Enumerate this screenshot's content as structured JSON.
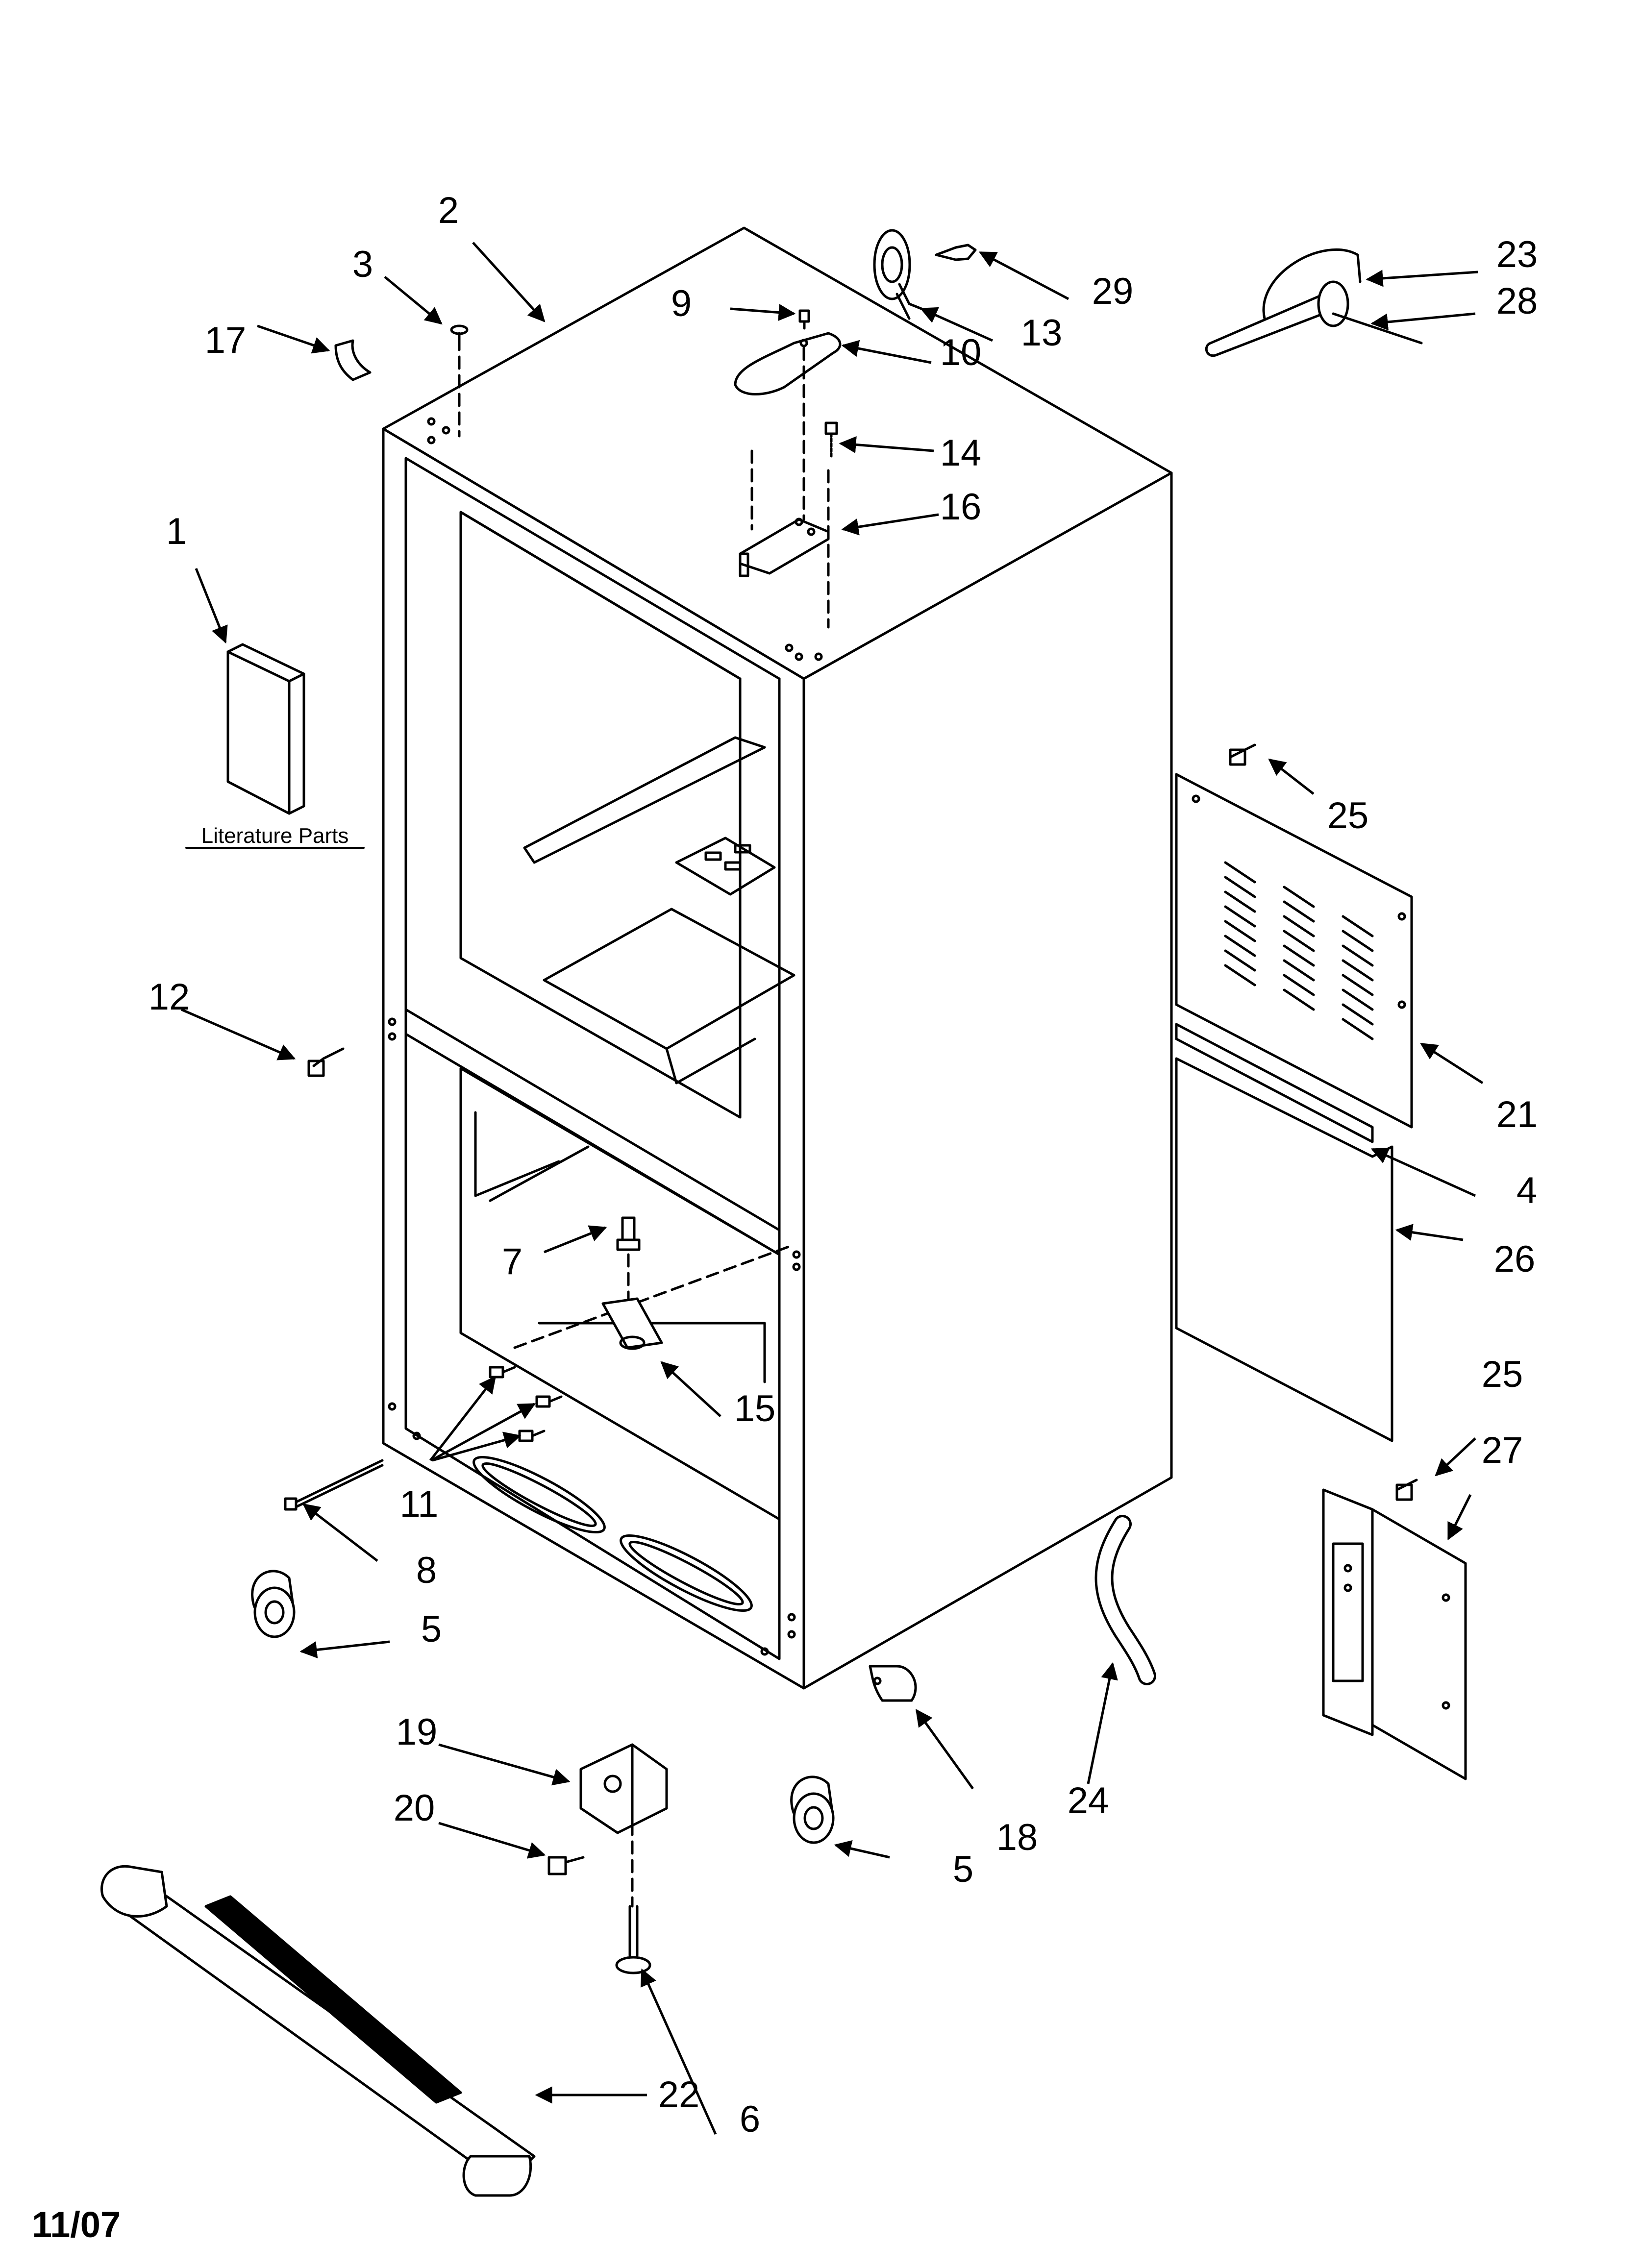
{
  "diagram": {
    "literature_label": "Literature Parts",
    "date_code": "11/07",
    "callouts": [
      {
        "id": "c1",
        "label": "1"
      },
      {
        "id": "c2",
        "label": "2"
      },
      {
        "id": "c3",
        "label": "3"
      },
      {
        "id": "c4",
        "label": "4"
      },
      {
        "id": "c5a",
        "label": "5"
      },
      {
        "id": "c5b",
        "label": "5"
      },
      {
        "id": "c6",
        "label": "6"
      },
      {
        "id": "c7",
        "label": "7"
      },
      {
        "id": "c8",
        "label": "8"
      },
      {
        "id": "c9",
        "label": "9"
      },
      {
        "id": "c10",
        "label": "10"
      },
      {
        "id": "c11",
        "label": "11"
      },
      {
        "id": "c12",
        "label": "12"
      },
      {
        "id": "c13",
        "label": "13"
      },
      {
        "id": "c14",
        "label": "14"
      },
      {
        "id": "c15",
        "label": "15"
      },
      {
        "id": "c16",
        "label": "16"
      },
      {
        "id": "c17",
        "label": "17"
      },
      {
        "id": "c18",
        "label": "18"
      },
      {
        "id": "c19",
        "label": "19"
      },
      {
        "id": "c20",
        "label": "20"
      },
      {
        "id": "c21",
        "label": "21"
      },
      {
        "id": "c22",
        "label": "22"
      },
      {
        "id": "c23",
        "label": "23"
      },
      {
        "id": "c24",
        "label": "24"
      },
      {
        "id": "c25a",
        "label": "25"
      },
      {
        "id": "c25b",
        "label": "25"
      },
      {
        "id": "c26",
        "label": "26"
      },
      {
        "id": "c27",
        "label": "27"
      },
      {
        "id": "c28",
        "label": "28"
      },
      {
        "id": "c29",
        "label": "29"
      }
    ]
  }
}
